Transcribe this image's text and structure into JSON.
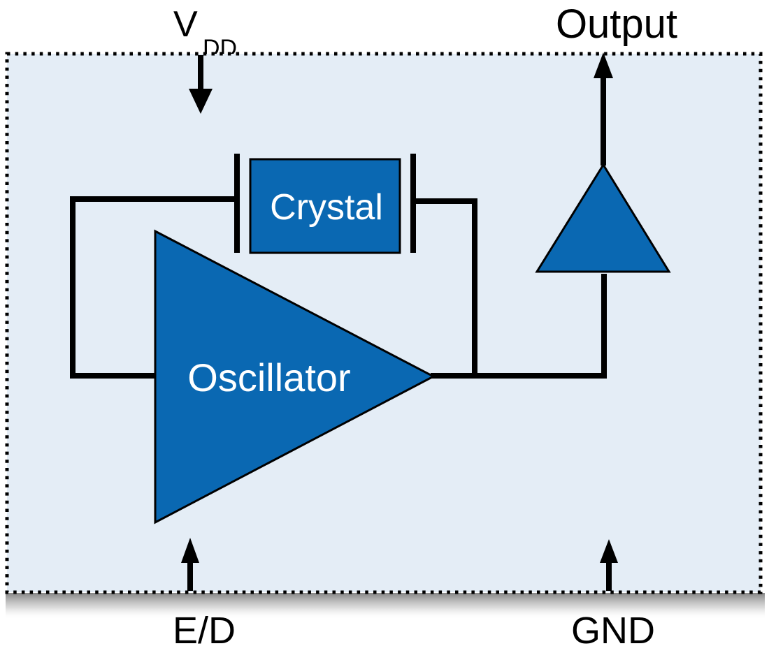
{
  "diagram": {
    "pins": {
      "vdd_main": "V",
      "vdd_sub": "DD",
      "output": "Output",
      "enable_disable": "E/D",
      "ground": "GND"
    },
    "blocks": {
      "crystal": "Crystal",
      "oscillator": "Oscillator"
    },
    "colors": {
      "block_fill": "#0a68b2",
      "ic_background": "#e4edf6",
      "line": "#000000",
      "block_text": "#ffffff",
      "pin_text": "#000000",
      "shadow": "#7a7a7a"
    }
  }
}
